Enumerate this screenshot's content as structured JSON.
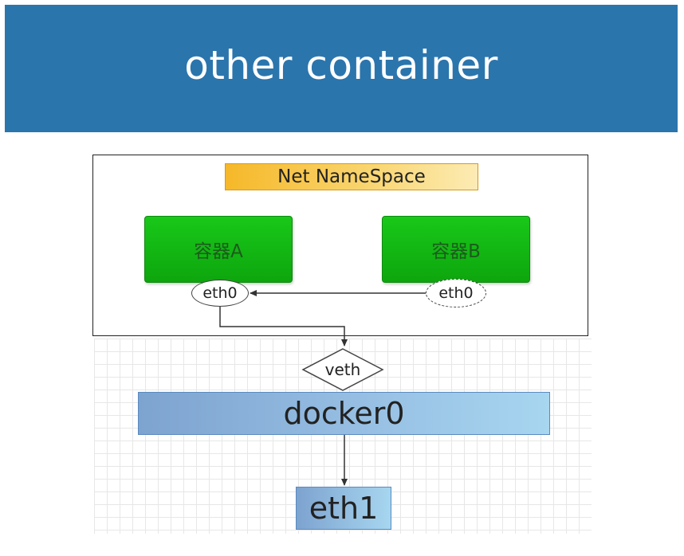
{
  "title": "other container",
  "namespace": {
    "label": "Net NameSpace"
  },
  "containers": [
    {
      "label": "容器A",
      "interface": "eth0"
    },
    {
      "label": "容器B",
      "interface": "eth0"
    }
  ],
  "bridge": {
    "veth_label": "veth",
    "label": "docker0"
  },
  "host_interface": {
    "label": "eth1"
  },
  "colors": {
    "banner": "#2b75ad",
    "namespace_label": "#f6b829",
    "container": "#19c819",
    "bridge": "#97bfe3"
  }
}
